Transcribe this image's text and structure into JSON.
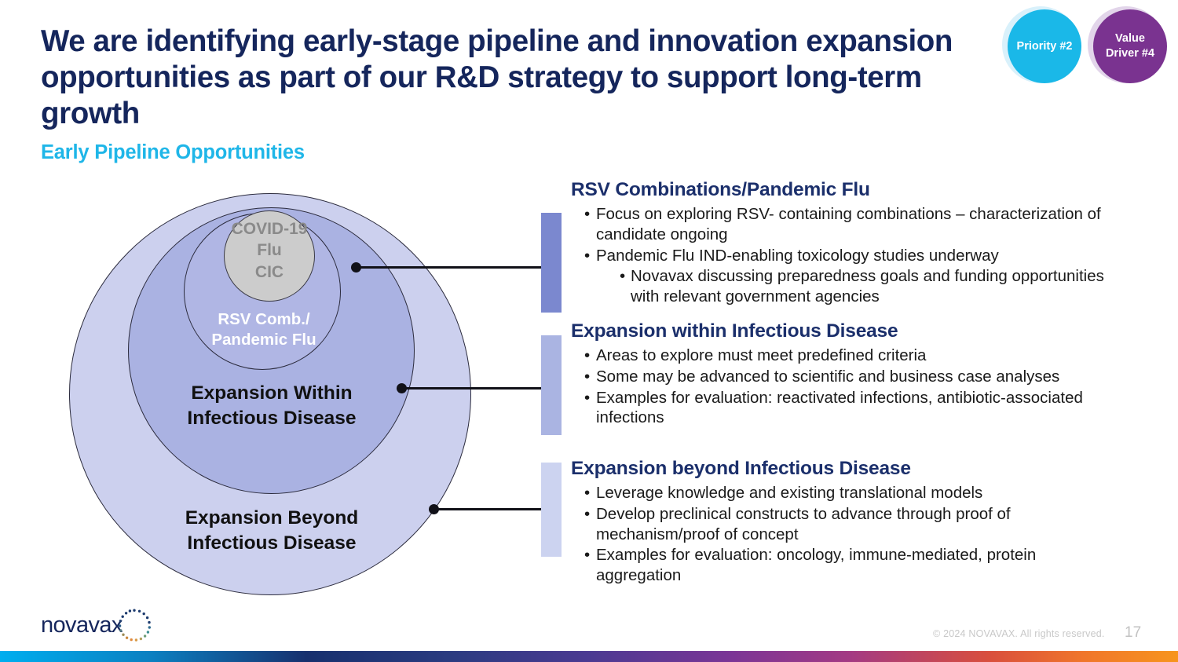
{
  "slide": {
    "title": "We are identifying early-stage pipeline and innovation expansion\nopportunities as part of our R&D strategy to support long-term growth",
    "subtitle": "Early Pipeline Opportunities"
  },
  "badges": [
    {
      "label": "Priority #2",
      "color": "#1ab8e8",
      "ring_color": "#d9f1fb",
      "text_color": "#ffffff"
    },
    {
      "label": "Value\nDriver #4",
      "color": "#7a3390",
      "ring_color": "#e2d5ea",
      "text_color": "#ffffff"
    }
  ],
  "venn": {
    "core_label": "COVID-19\nFlu\nCIC",
    "inner_label": "RSV Comb./\nPandemic Flu",
    "middle_label": "Expansion Within\nInfectious Disease",
    "outer_label": "Expansion Beyond\nInfectious Disease",
    "colors": {
      "core": "#cccccc",
      "core_text": "#8a8a8a",
      "inner": "#b0b6e4",
      "inner_text": "#ffffff",
      "middle": "#aab2e2",
      "outer": "#ccd0ee",
      "outline": "#2b2b3d"
    }
  },
  "sections": [
    {
      "heading": "RSV Combinations/Pandemic Flu",
      "accent_color": "#7b88cf",
      "bullets": [
        {
          "text": "Focus on exploring RSV- containing combinations – characterization of candidate ongoing",
          "level": 1
        },
        {
          "text": "Pandemic Flu IND-enabling toxicology studies underway",
          "level": 1
        },
        {
          "text": "Novavax discussing preparedness goals and funding opportunities with relevant government agencies",
          "level": 2
        }
      ]
    },
    {
      "heading": "Expansion within Infectious Disease",
      "accent_color": "#aab4e2",
      "bullets": [
        {
          "text": "Areas to explore must meet predefined criteria",
          "level": 1
        },
        {
          "text": "Some may be advanced to scientific and business case analyses",
          "level": 1
        },
        {
          "text": "Examples for evaluation: reactivated infections, antibiotic-associated infections",
          "level": 1
        }
      ]
    },
    {
      "heading": "Expansion beyond Infectious Disease",
      "accent_color": "#ccd3f0",
      "bullets": [
        {
          "text": "Leverage knowledge and existing translational models",
          "level": 1
        },
        {
          "text": "Develop preclinical constructs to advance through proof of mechanism/proof of concept",
          "level": 1
        },
        {
          "text": "Examples for evaluation: oncology, immune-mediated, protein aggregation",
          "level": 1
        }
      ]
    }
  ],
  "footer": {
    "logo_text": "novavax",
    "copyright": "© 2024 NOVAVAX. All rights reserved.",
    "page_number": "17"
  }
}
